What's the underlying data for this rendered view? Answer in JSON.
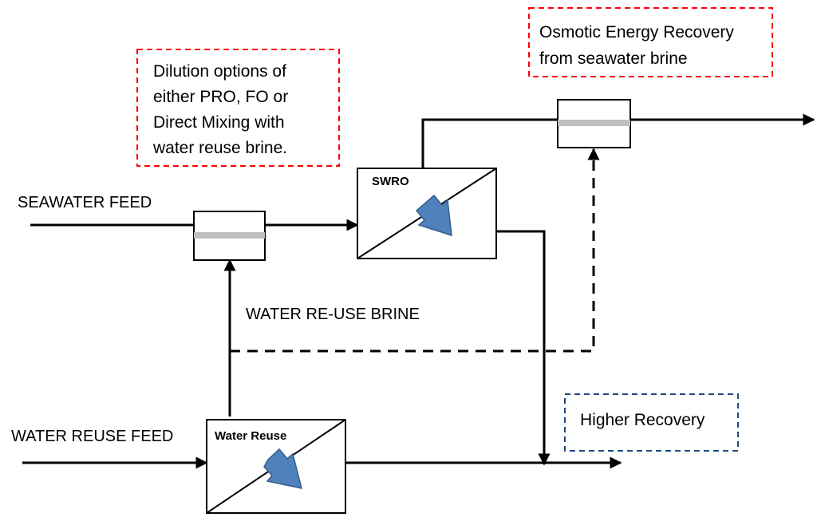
{
  "notes": {
    "dilution": [
      "Dilution options of",
      "either PRO, FO or",
      "Direct Mixing with",
      "water reuse brine."
    ],
    "osmotic": [
      "Osmotic Energy Recovery",
      "from seawater brine"
    ],
    "recovery": "Higher Recovery"
  },
  "streams": {
    "seawater_feed": "SEAWATER FEED",
    "water_reuse_feed": "WATER REUSE FEED",
    "water_reuse_brine": "WATER RE-USE BRINE"
  },
  "units": {
    "swro": "SWRO",
    "water_reuse": "Water Reuse"
  },
  "colors": {
    "line": "#000000",
    "membrane": "#bfbfbf",
    "arrow_fill": "#4f81bd",
    "arrow_stroke": "#385d8a",
    "note_red": "#ff0000",
    "note_blue": "#1f497d"
  }
}
